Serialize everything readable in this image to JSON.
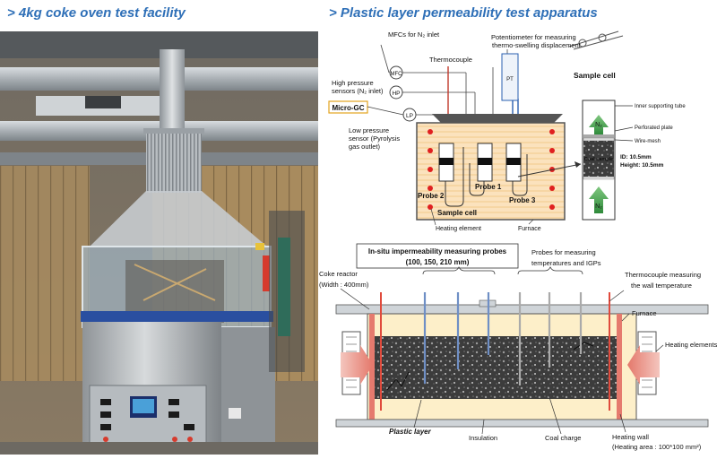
{
  "left": {
    "title": "> 4kg coke oven test facility"
  },
  "right": {
    "title": "> Plastic layer permeability test apparatus",
    "top": {
      "mfc_label": "MFCs for N₂ inlet",
      "mfc_circle": "MFC",
      "thermocouple": "Thermocouple",
      "potentiometer_line1": "Potentiometer for measuring",
      "potentiometer_line2": "thermo-swelling displacement",
      "pot_box": "PT",
      "hp_line1": "High pressure",
      "hp_line2": "sensors (N₂ inlet)",
      "hp_circle": "HP",
      "microgc": "Micro-GC",
      "lp_circle": "LP",
      "lp_line1": "Low pressure",
      "lp_line2": "sensor (Pyrolysis",
      "lp_line3": "gas outlet)",
      "probe1": "Probe 1",
      "probe2": "Probe 2",
      "probe3": "Probe 3",
      "sample_cell": "Sample cell",
      "heating_element": "Heating element",
      "furnace": "Furnace"
    },
    "cell": {
      "title": "Sample cell",
      "inner_tube": "Inner supporting tube",
      "perforated": "Perforated plate",
      "wire_mesh": "Wire-mesh",
      "coal_sample": "Coal sample",
      "id": "ID: 10.5mm",
      "height": "Height: 10.5mm",
      "n2_top": "N₂",
      "n2_bottom": "N₂"
    },
    "bottom": {
      "probes_line1": "In-situ impermeability measuring probes",
      "probes_line2": "(100, 150, 210 mm)",
      "temp_line1": "Probes for measuring",
      "temp_line2": "temperatures and IGPs",
      "reactor_line1": "Coke reactor",
      "reactor_line2": "(Width : 400mm)",
      "wall_tc_line1": "Thermocouple measuring",
      "wall_tc_line2": "the wall temperature",
      "furnace": "Furnace",
      "heating_elements": "Heating elements",
      "plastic_layer": "Plastic layer",
      "insulation": "Insulation",
      "coal_charge": "Coal charge",
      "heating_wall_line1": "Heating wall",
      "heating_wall_line2": "(Heating area : 100*100 mm²)"
    }
  }
}
